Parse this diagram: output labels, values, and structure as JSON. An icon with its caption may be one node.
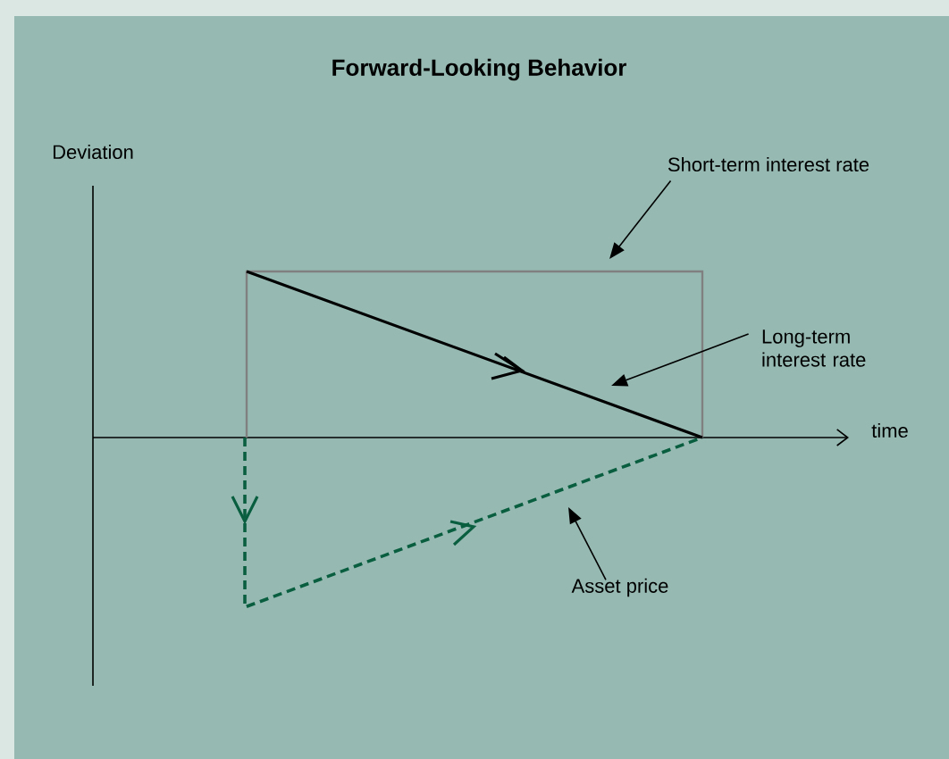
{
  "diagram": {
    "title": "Forward-Looking Behavior",
    "nodes": [
      {
        "text": [
          "Short-term interest rate"
        ]
      },
      {
        "text": [
          "Long-term interest rate"
        ]
      },
      {
        "text": [
          "Asset price"
        ]
      }
    ],
    "edges": [
      {
        "from": 0,
        "to": null,
        "arrow": "to"
      },
      {
        "from": 1,
        "to": null,
        "arrow": "to"
      },
      {
        "from": 2,
        "to": null,
        "arrow": "to"
      }
    ],
    "labels": [
      "Deviation",
      "time"
    ]
  }
}
